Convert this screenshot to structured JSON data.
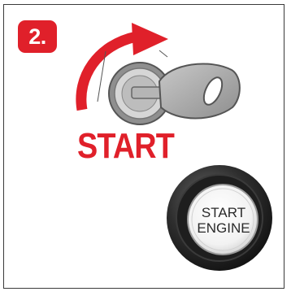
{
  "step": {
    "number": "2."
  },
  "ignition": {
    "label": "START"
  },
  "button": {
    "line1": "START",
    "line2": "ENGINE"
  },
  "colors": {
    "accent": "#e0202a",
    "border": "#3a3a3a",
    "key_gray": "#9a9a9a",
    "button_dark": "#2b2b2b"
  },
  "icons": [
    "rotation-arrow-icon",
    "ignition-key-icon",
    "start-engine-button-icon"
  ]
}
